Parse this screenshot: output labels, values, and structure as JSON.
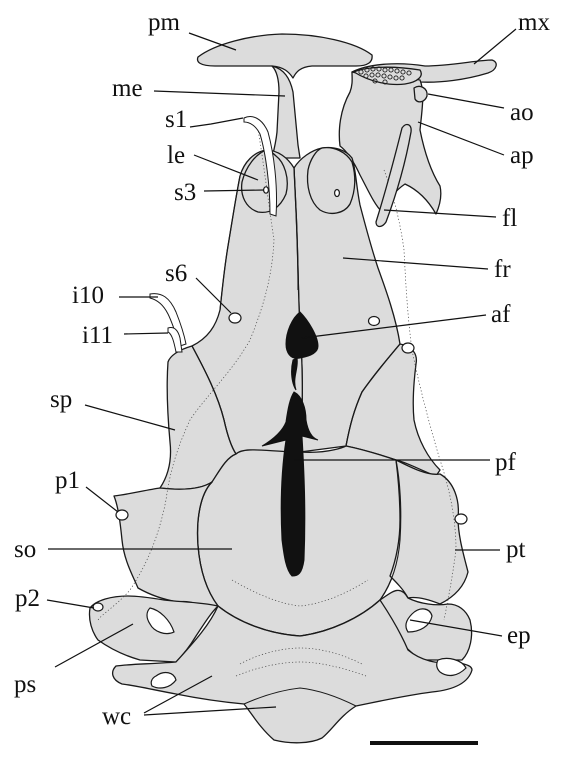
{
  "labels": {
    "pm": "pm",
    "mx": "mx",
    "me": "me",
    "ao": "ao",
    "s1": "s1",
    "ap": "ap",
    "le": "le",
    "s3": "s3",
    "fl": "fl",
    "fr": "fr",
    "s6": "s6",
    "i10": "i10",
    "af": "af",
    "i11": "i11",
    "sp": "sp",
    "pf": "pf",
    "p1": "p1",
    "so": "so",
    "pt": "pt",
    "p2": "p2",
    "ep": "ep",
    "ps": "ps",
    "wc": "wc"
  },
  "colors": {
    "bone": "#dcdcdc",
    "outline": "#1a1a1a",
    "fontanel": "#111111"
  }
}
